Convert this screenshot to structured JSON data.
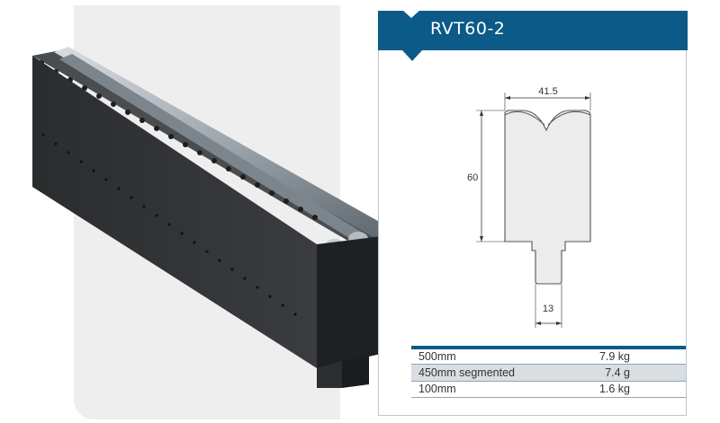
{
  "product": {
    "title": "RVT60-2",
    "image_alt": "press brake die photo"
  },
  "drawing": {
    "width_dim": "41.5",
    "height_dim": "60",
    "tang_dim": "13"
  },
  "specs": {
    "rows": [
      {
        "length": "500mm",
        "weight": "7.9 kg"
      },
      {
        "length": "450mm segmented",
        "weight": "7.4 g"
      },
      {
        "length": "100mm",
        "weight": "1.6 kg"
      }
    ]
  },
  "colors": {
    "brand_blue": "#0b5a88",
    "photo_bg": "#eeeeee",
    "row_alt": "#d9dee3"
  }
}
